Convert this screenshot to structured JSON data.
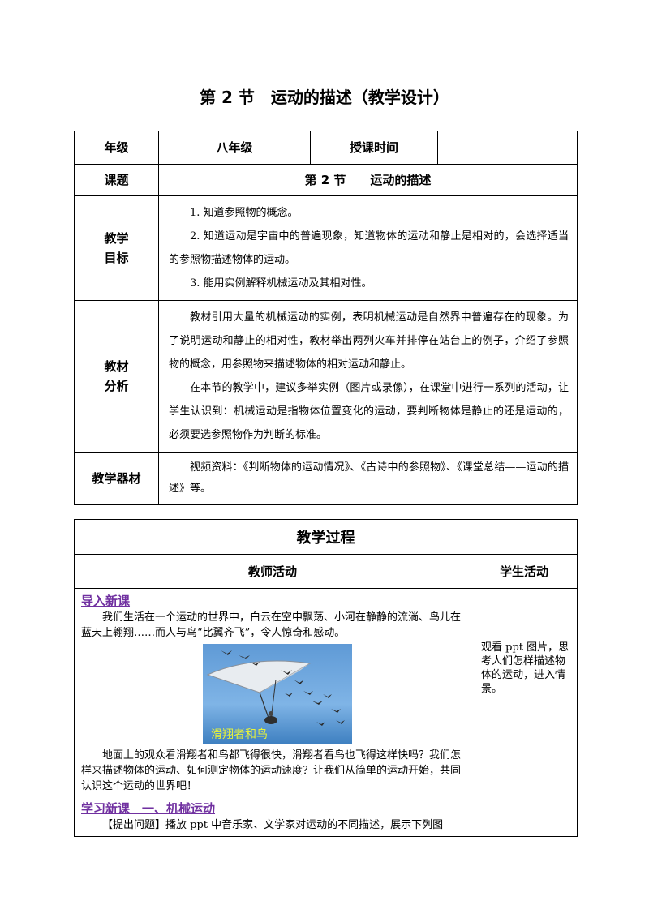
{
  "title": "第 2 节　运动的描述（教学设计）",
  "info": {
    "grade_label": "年级",
    "grade_value": "八年级",
    "time_label": "授课时间",
    "time_value": "",
    "topic_label": "课题",
    "topic_value": "第 2 节　　运动的描述",
    "goals_label": "教学目标",
    "goals": [
      "1. 知道参照物的概念。",
      "2. 知道运动是宇宙中的普遍现象，知道物体的运动和静止是相对的，会选择适当的参照物描述物体的运动。",
      "3. 能用实例解释机械运动及其相对性。"
    ],
    "analysis_label": "教材分析",
    "analysis": [
      "教材引用大量的机械运动的实例，表明机械运动是自然界中普遍存在的现象。为了说明运动和静止的相对性，教材举出两列火车并排停在站台上的例子，介绍了参照物的概念，用参照物来描述物体的相对运动和静止。",
      "在本节的教学中，建议多举实例（图片或录像），在课堂中进行一系列的活动，让学生认识到：机械运动是指物体位置变化的运动，要判断物体是静止的还是运动的，必须要选参照物作为判断的标准。"
    ],
    "materials_label": "教学器材",
    "materials": "视频资料：《判断物体的运动情况》、《古诗中的参照物》、《课堂总结——运动的描述》等。"
  },
  "process": {
    "title": "教学过程",
    "teacher_header": "教师活动",
    "student_header": "学生活动",
    "intro_head": "导入新课",
    "intro_p1": "我们生活在一个运动的世界中，白云在空中飘荡、小河在静静的流淌、鸟儿在蓝天上翱翔……而人与鸟“比翼齐飞”，令人惊奇和感动。",
    "image_caption": "滑翔者和鸟",
    "intro_p2": "地面上的观众看滑翔者和鸟都飞得很快，滑翔者看鸟也飞得这样快吗？我们怎样来描述物体的运动、如何测定物体的运动速度？让我们从简单的运动开始，共同认识这个运动的世界吧！",
    "student_intro": "观看 ppt 图片，思考人们怎样描述物体的运动，进入情景。",
    "learn_head": "学习新课　一、机械运动",
    "learn_p1": "【提出问题】播放 ppt 中音乐家、文学家对运动的不同描述，展示下列图"
  }
}
